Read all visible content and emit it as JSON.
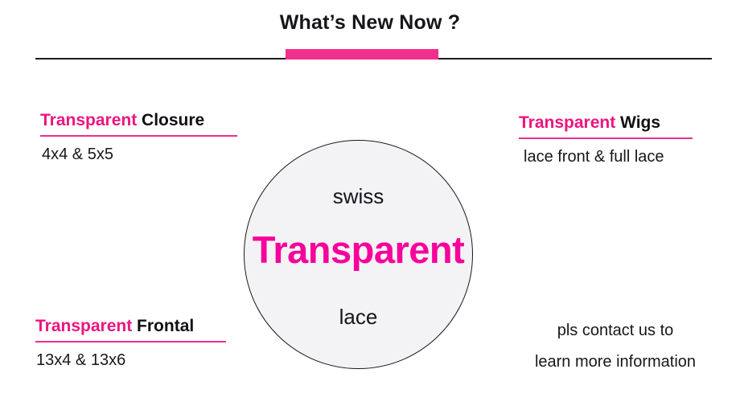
{
  "header": {
    "title": "What’s New Now ?",
    "accent_color": "#f22f8b",
    "rule_color": "#1b1b1f"
  },
  "circle": {
    "top_label": "swiss",
    "main_label": "Transparent",
    "bottom_label": "lace",
    "main_color": "#f7009b",
    "fill_color": "#f3f3f5",
    "border_color": "#19191d"
  },
  "blocks": {
    "closure": {
      "heading_highlight": "Transparent",
      "heading_rest": " Closure",
      "subtitle": "4x4 & 5x5"
    },
    "wigs": {
      "heading_highlight": "Transparent",
      "heading_rest": " Wigs",
      "subtitle": "lace front & full lace"
    },
    "frontal": {
      "heading_highlight": "Transparent",
      "heading_rest": " Frontal",
      "subtitle": "13x4 & 13x6"
    },
    "contact": {
      "line1": "pls contact us to",
      "line2": "learn more information"
    }
  },
  "colors": {
    "highlight_pink": "#ec1580",
    "underline_pink": "#ec2d8c",
    "text_black": "#17171b"
  }
}
